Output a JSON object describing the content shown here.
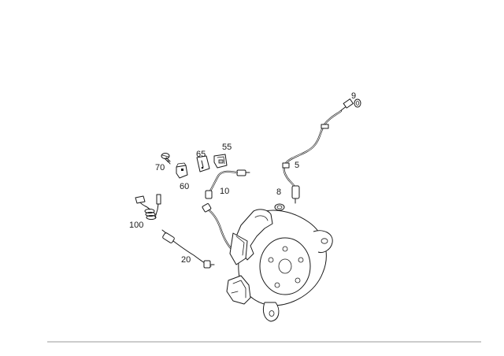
{
  "diagram": {
    "part_labels": {
      "p9": "9",
      "p5": "5",
      "p8": "8",
      "p55": "55",
      "p65": "65",
      "p70": "70",
      "p60": "60",
      "p10": "10",
      "p100": "100",
      "p20": "20"
    }
  }
}
